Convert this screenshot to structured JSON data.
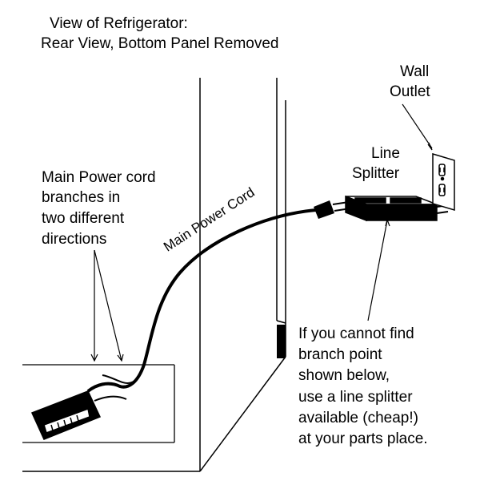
{
  "title": {
    "line1": "View of Refrigerator:",
    "line2": "Rear View, Bottom Panel Removed"
  },
  "labels": {
    "wall_outlet": [
      "Wall",
      "Outlet"
    ],
    "line_splitter": [
      "Line",
      "Splitter"
    ],
    "main_power_cord": "Main Power Cord",
    "branch_note": [
      "Main Power cord",
      "branches in",
      "two different",
      "directions"
    ],
    "instruction": [
      "If you cannot find",
      "branch point",
      "shown below,",
      "use a line splitter",
      "available (cheap!)",
      "at your parts place."
    ]
  },
  "colors": {
    "line": "#000000",
    "background": "#ffffff"
  }
}
